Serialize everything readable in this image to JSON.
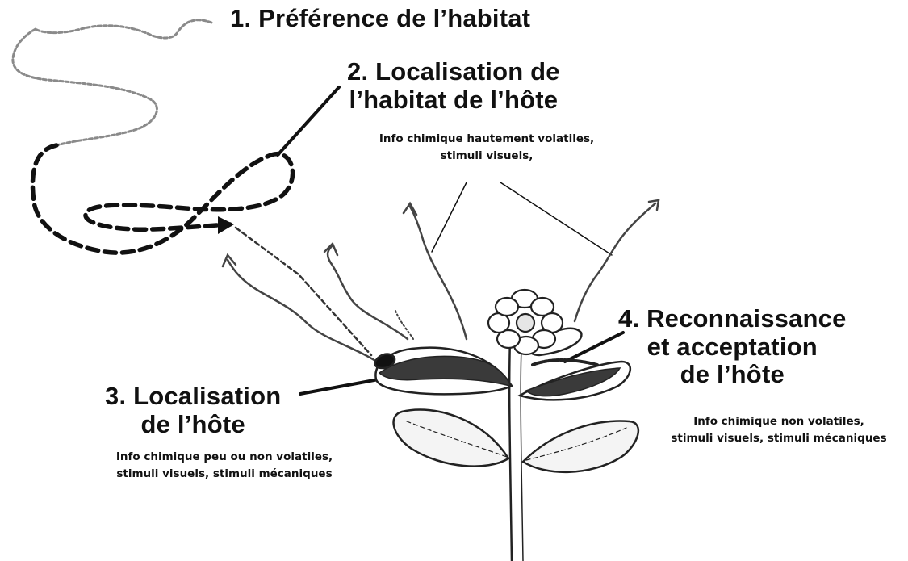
{
  "stages": [
    {
      "number": "1.",
      "lines": [
        "Préférence de l’habitat"
      ]
    },
    {
      "number": "2.",
      "lines": [
        "Localisation de",
        "l’habitat de l’hôte"
      ],
      "note": [
        "Info chimique hautement volatiles,",
        "stimuli visuels,"
      ]
    },
    {
      "number": "3.",
      "lines": [
        "Localisation",
        "de l’hôte"
      ],
      "note": [
        "Info chimique peu ou non volatiles,",
        "stimuli visuels, stimuli mécaniques"
      ]
    },
    {
      "number": "4.",
      "lines": [
        "Reconnaissance",
        "et acceptation",
        "de l’hôte"
      ],
      "note": [
        "Info chimique non volatiles,",
        "stimuli visuels, stimuli mécaniques"
      ]
    }
  ],
  "colors": {
    "ink": "#111111",
    "background": "#ffffff",
    "leaf_dark": "#3a3a3a",
    "trail_light": "#8a8a8a"
  }
}
